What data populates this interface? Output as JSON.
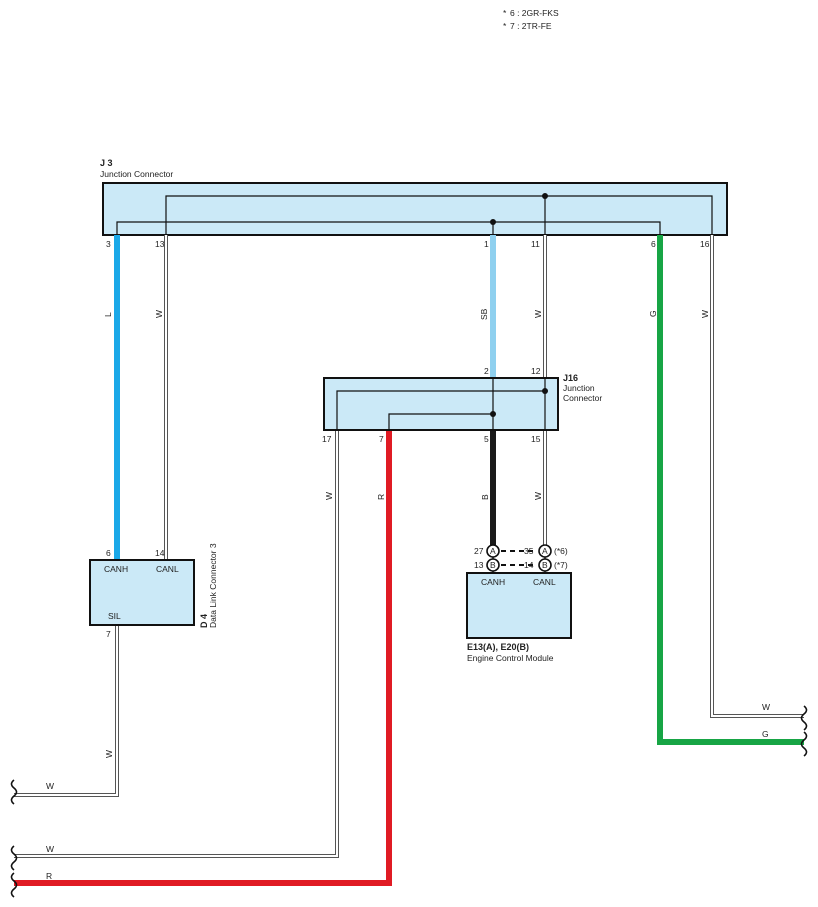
{
  "notes": [
    {
      "mark": "*",
      "text": "6 : 2GR-FKS"
    },
    {
      "mark": "*",
      "text": "7 : 2TR-FE"
    }
  ],
  "j3": {
    "code": "J 3",
    "name": "Junction Connector",
    "pins": {
      "p3": "3",
      "p13": "13",
      "p1": "1",
      "p11": "11",
      "p6": "6",
      "p16": "16"
    }
  },
  "j16": {
    "code": "J16",
    "name_line1": "Junction",
    "name_line2": "Connector",
    "pins": {
      "p2": "2",
      "p12": "12",
      "p17": "17",
      "p7": "7",
      "p5": "5",
      "p15": "15"
    }
  },
  "d4": {
    "code": "D 4",
    "name": "Data Link Connector 3",
    "pins": {
      "p6": "6",
      "p14": "14",
      "p7": "7"
    },
    "labels": {
      "canh": "CANH",
      "canl": "CANL",
      "sil": "SIL"
    }
  },
  "ecm": {
    "code": "E13(A), E20(B)",
    "name": "Engine Control Module",
    "pins": {
      "p27": "27",
      "p35": "35",
      "p13": "13",
      "p14": "14"
    },
    "conn_a": "A",
    "conn_b": "B",
    "note6": "(*6)",
    "note7": "(*7)",
    "labels": {
      "canh": "CANH",
      "canl": "CANL"
    }
  },
  "wire_colors": {
    "L": "L",
    "W": "W",
    "SB": "SB",
    "G": "G",
    "R": "R",
    "B": "B"
  },
  "colors": {
    "L": "#1aa8e8",
    "SB": "#8fd0ef",
    "G": "#17a545",
    "R": "#e01b24",
    "B": "#1a1a1a",
    "W": "#ffffff",
    "box": "#cbe9f7"
  }
}
